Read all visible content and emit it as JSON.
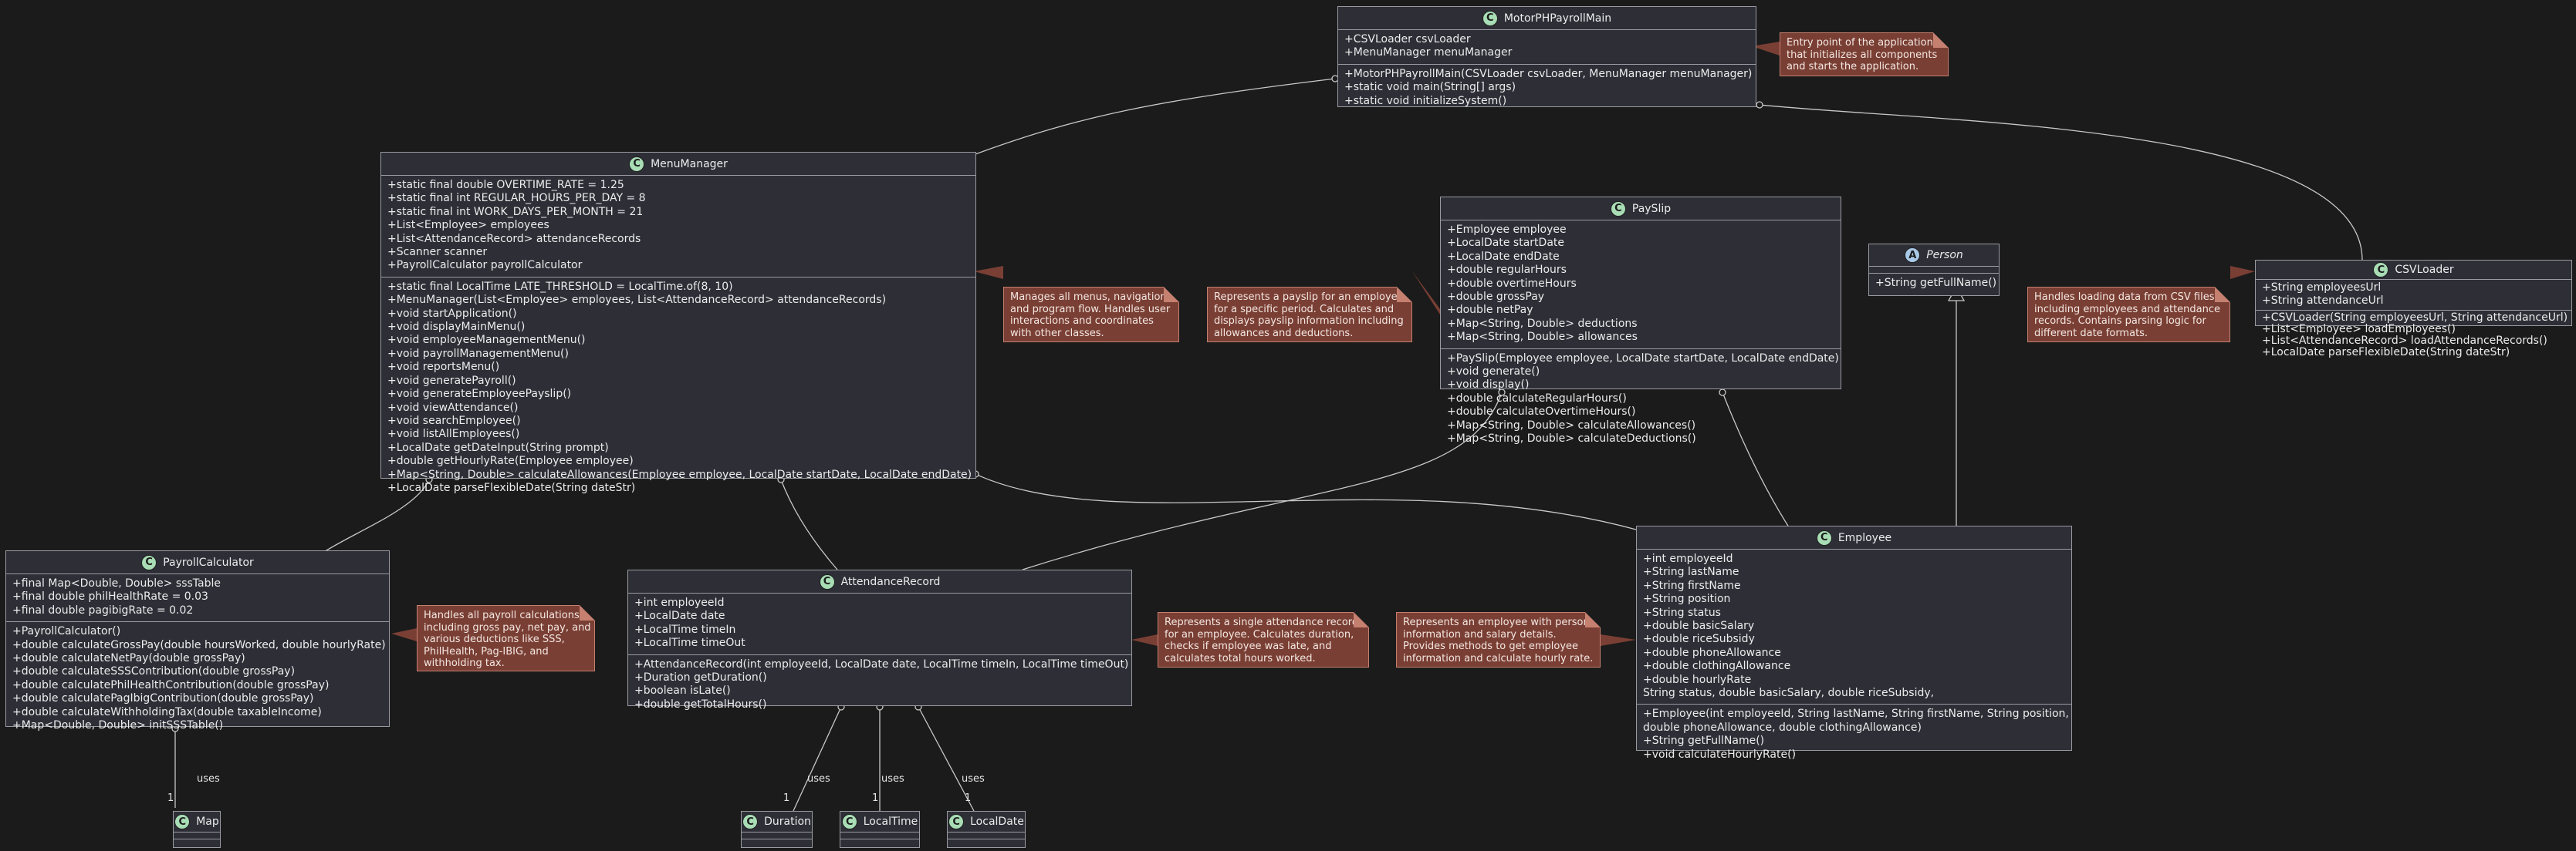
{
  "classes": {
    "main": {
      "name": "MotorPHPayrollMain",
      "kind": "C",
      "fields": [
        "+CSVLoader csvLoader",
        "+MenuManager menuManager"
      ],
      "methods": [
        "+MotorPHPayrollMain(CSVLoader csvLoader, MenuManager menuManager)",
        "+static void main(String[] args)",
        "+static void initializeSystem()"
      ]
    },
    "menu": {
      "name": "MenuManager",
      "kind": "C",
      "fields": [
        "+static final double OVERTIME_RATE = 1.25",
        "+static final int REGULAR_HOURS_PER_DAY = 8",
        "+static final int WORK_DAYS_PER_MONTH = 21",
        "+List<Employee> employees",
        "+List<AttendanceRecord> attendanceRecords",
        "+Scanner scanner",
        "+PayrollCalculator payrollCalculator"
      ],
      "methods": [
        "+static final LocalTime LATE_THRESHOLD = LocalTime.of(8, 10)",
        "+MenuManager(List<Employee> employees, List<AttendanceRecord> attendanceRecords)",
        "+void startApplication()",
        "+void displayMainMenu()",
        "+void employeeManagementMenu()",
        "+void payrollManagementMenu()",
        "+void reportsMenu()",
        "+void generatePayroll()",
        "+void generateEmployeePayslip()",
        "+void viewAttendance()",
        "+void searchEmployee()",
        "+void listAllEmployees()",
        "+LocalDate getDateInput(String prompt)",
        "+double getHourlyRate(Employee employee)",
        "+Map<String, Double> calculateAllowances(Employee employee, LocalDate startDate, LocalDate endDate)",
        "+LocalDate parseFlexibleDate(String dateStr)"
      ]
    },
    "payslip": {
      "name": "PaySlip",
      "kind": "C",
      "fields": [
        "+Employee employee",
        "+LocalDate startDate",
        "+LocalDate endDate",
        "+double regularHours",
        "+double overtimeHours",
        "+double grossPay",
        "+double netPay",
        "+Map<String, Double> deductions",
        "+Map<String, Double> allowances"
      ],
      "methods": [
        "+PaySlip(Employee employee, LocalDate startDate, LocalDate endDate)",
        "+void generate()",
        "+void display()",
        "+double calculateRegularHours()",
        "+double calculateOvertimeHours()",
        "+Map<String, Double> calculateAllowances()",
        "+Map<String, Double> calculateDeductions()"
      ]
    },
    "person": {
      "name": "Person",
      "kind": "A",
      "fields": [],
      "methods": [
        "+String getFullName()"
      ]
    },
    "csvloader": {
      "name": "CSVLoader",
      "kind": "C",
      "fields": [
        "+String employeesUrl",
        "+String attendanceUrl"
      ],
      "methods": [
        "+CSVLoader(String employeesUrl, String attendanceUrl)",
        "+List<Employee> loadEmployees()",
        "+List<AttendanceRecord> loadAttendanceRecords()",
        "+LocalDate parseFlexibleDate(String dateStr)"
      ]
    },
    "payroll": {
      "name": "PayrollCalculator",
      "kind": "C",
      "fields": [
        "+final Map<Double, Double> sssTable",
        "+final double philHealthRate = 0.03",
        "+final double pagibigRate = 0.02"
      ],
      "methods": [
        "+PayrollCalculator()",
        "+double calculateGrossPay(double hoursWorked, double hourlyRate)",
        "+double calculateNetPay(double grossPay)",
        "+double calculateSSSContribution(double grossPay)",
        "+double calculatePhilHealthContribution(double grossPay)",
        "+double calculatePagIbigContribution(double grossPay)",
        "+double calculateWithholdingTax(double taxableIncome)",
        "+Map<Double, Double> initSSSTable()"
      ]
    },
    "attendance": {
      "name": "AttendanceRecord",
      "kind": "C",
      "fields": [
        "+int employeeId",
        "+LocalDate date",
        "+LocalTime timeIn",
        "+LocalTime timeOut"
      ],
      "methods": [
        "+AttendanceRecord(int employeeId, LocalDate date, LocalTime timeIn, LocalTime timeOut)",
        "+Duration getDuration()",
        "+boolean isLate()",
        "+double getTotalHours()"
      ]
    },
    "employee": {
      "name": "Employee",
      "kind": "C",
      "fields": [
        "+int employeeId",
        "+String lastName",
        "+String firstName",
        "+String position",
        "+String status",
        "+double basicSalary",
        "+double riceSubsidy",
        "+double phoneAllowance",
        "+double clothingAllowance",
        "+double hourlyRate",
        "String status, double basicSalary, double riceSubsidy,"
      ],
      "methods": [
        "+Employee(int employeeId, String lastName, String firstName, String position,",
        "double phoneAllowance, double clothingAllowance)",
        "+String getFullName()",
        "+void calculateHourlyRate()"
      ]
    },
    "map": {
      "name": "Map",
      "kind": "C",
      "fields": [],
      "methods": []
    },
    "duration": {
      "name": "Duration",
      "kind": "C",
      "fields": [],
      "methods": []
    },
    "localtime": {
      "name": "LocalTime",
      "kind": "C",
      "fields": [],
      "methods": []
    },
    "localdate": {
      "name": "LocalDate",
      "kind": "C",
      "fields": [],
      "methods": []
    }
  },
  "notes": {
    "main": [
      "Entry point of the application",
      "that initializes all components",
      "and starts the application."
    ],
    "menu": [
      "Manages all menus, navigation",
      "and program flow. Handles user",
      "interactions and coordinates",
      "with other classes."
    ],
    "payslip": [
      "Represents a payslip for an employee",
      "for a specific period. Calculates and",
      "displays payslip information including",
      "allowances and deductions."
    ],
    "csvloader": [
      "Handles loading data from CSV files,",
      "including employees and attendance",
      "records. Contains parsing logic for",
      "different date formats."
    ],
    "payroll": [
      "Handles all payroll calculations",
      "including gross pay, net pay, and",
      "various deductions like SSS,",
      "PhilHealth, Pag-IBIG, and",
      "withholding tax."
    ],
    "attendance": [
      "Represents a single attendance record",
      "for an employee. Calculates duration,",
      "checks if employee was late, and",
      "calculates total hours worked."
    ],
    "employee": [
      "Represents an employee with personal",
      "information and salary details.",
      "Provides methods to get employee",
      "information and calculate hourly rate."
    ]
  },
  "edge_labels": {
    "uses": "uses",
    "one": "1"
  },
  "colors": {
    "background": "#1b1b1b",
    "class_fill": "#2d2e36",
    "class_border": "#9a9aa2",
    "note_fill": "#7a3f34",
    "class_badge": "#a8ddb5",
    "abstract_badge": "#a9c9e8"
  }
}
